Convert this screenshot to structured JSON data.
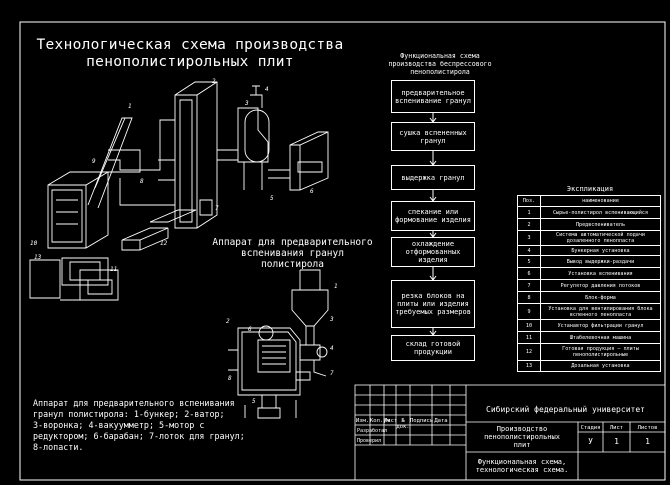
{
  "title": {
    "line1": "Технологическая схема производства",
    "line2": "пенополистирольных плит"
  },
  "apparatus_title": {
    "line1": "Аппарат для предварительного",
    "line2": "вспенивания гранул",
    "line3": "полистирола"
  },
  "caption": {
    "line1": "Аппарат для предварительного вспенивания",
    "line2": "гранул полистирола: 1-бункер; 2-ватор;",
    "line3": "3-воронка; 4-вакуумметр; 5-мотор с",
    "line4": "редуктором; 6-барабан; 7-лоток для гранул;",
    "line5": "8-лопасти."
  },
  "flowchart": {
    "heading": {
      "line1": "Функциональная схема",
      "line2": "производства беспрессового",
      "line3": "пенополистирола"
    },
    "steps": [
      "предварительное вспенивание гранул",
      "сушка вспененных гранул",
      "выдержка гранул",
      "спекание или формование изделия",
      "охлаждение отформованных изделия",
      "резка блоков на плиты или изделия требуемых размеров",
      "склад готовой продукции"
    ]
  },
  "explication": {
    "heading": "Экспликация",
    "columns": [
      "Поз.",
      "наименование"
    ],
    "rows": [
      [
        "1",
        "Сырье-полистирол вспенивающийся"
      ],
      [
        "2",
        "Предвспениватель"
      ],
      [
        "3",
        "Система автоматической подачи дозаленного пенопласта"
      ],
      [
        "4",
        "Бункерная установка"
      ],
      [
        "5",
        "Вывод выдержки-раздачи"
      ],
      [
        "6",
        "Установка вспенивания"
      ],
      [
        "7",
        "Регулятор давления потоков"
      ],
      [
        "8",
        "Блок-форма"
      ],
      [
        "9",
        "Установка для вентилирования блока вспенного пенопласта"
      ],
      [
        "10",
        "Устанавтор фильтрации гранул"
      ],
      [
        "11",
        "Штабелевочная машина"
      ],
      [
        "12",
        "Готовая продукция — плиты пенополистирольные"
      ],
      [
        "13",
        "Дозальная установка"
      ]
    ]
  },
  "title_block": {
    "organization": "Сибирский федеральный университет",
    "product": {
      "line1": "Производство",
      "line2": "пенополистирольных",
      "line3": "плит"
    },
    "document": {
      "line1": "Функциональная схема,",
      "line2": "технологическая схема."
    },
    "stage_headers": [
      "Стадия",
      "Лист",
      "Листов"
    ],
    "stage_values": [
      "У",
      "1",
      "1"
    ],
    "column_headers": [
      "Изм.",
      "Кол.уч",
      "Лист",
      "№ док.",
      "Подпись",
      "Дата"
    ],
    "roles": [
      "Разработал",
      "Проверил"
    ]
  },
  "labels": {
    "process_numbers": [
      "1",
      "2",
      "3",
      "4",
      "5",
      "6",
      "7",
      "8",
      "9",
      "10",
      "11",
      "12",
      "13"
    ],
    "apparatus_numbers": [
      "1",
      "2",
      "3",
      "4",
      "5",
      "6",
      "7",
      "8"
    ]
  }
}
